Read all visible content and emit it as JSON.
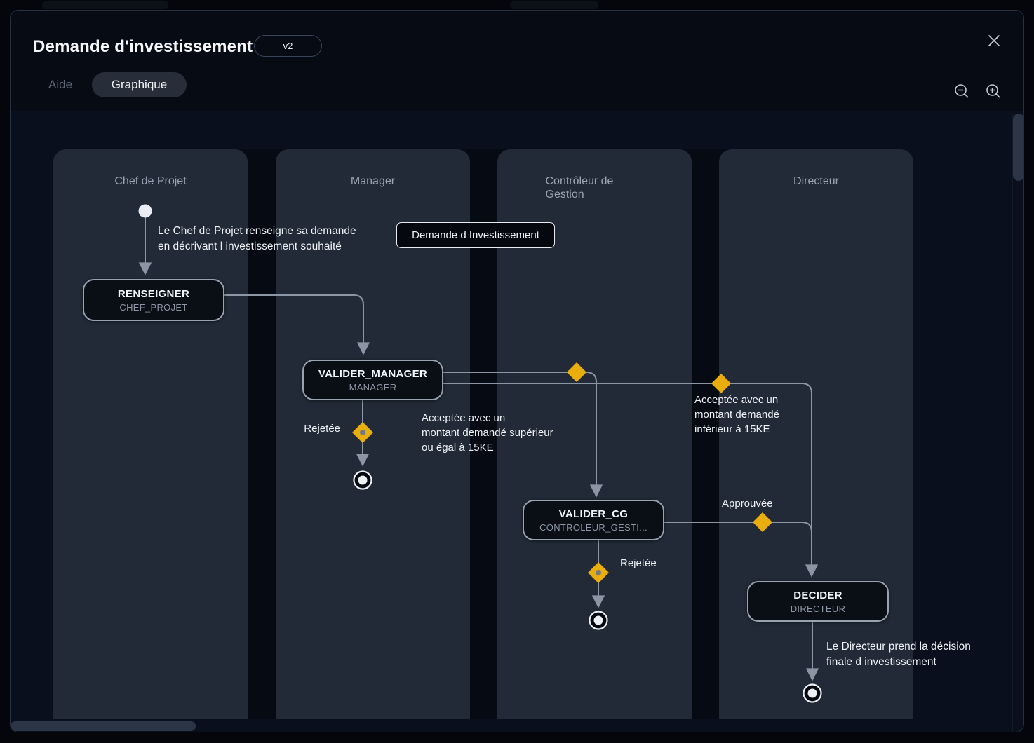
{
  "modal": {
    "title": "Demande d'investissement",
    "version": "v2",
    "tabs": [
      {
        "label": "Aide",
        "active": false
      },
      {
        "label": "Graphique",
        "active": true
      }
    ],
    "controls": {
      "zoom_out": "magnifier-minus",
      "zoom_in": "magnifier-plus",
      "close": "x"
    }
  },
  "diagram": {
    "lanes": [
      {
        "name": "Chef de Projet"
      },
      {
        "name": "Manager"
      },
      {
        "name": "Contrôleur de Gestion"
      },
      {
        "name": "Directeur"
      }
    ],
    "nodes": {
      "renseigner": {
        "title": "RENSEIGNER",
        "subtitle": "CHEF_PROJET"
      },
      "valider_manager": {
        "title": "VALIDER_MANAGER",
        "subtitle": "MANAGER"
      },
      "valider_cg": {
        "title": "VALIDER_CG",
        "subtitle": "CONTROLEUR_GESTI..."
      },
      "decider": {
        "title": "DECIDER",
        "subtitle": "DIRECTEUR"
      }
    },
    "data_object": {
      "label": "Demande d Investissement"
    },
    "annotations": {
      "start": "Le Chef de Projet renseigne sa demande\nen décrivant l investissement souhaité",
      "end": "Le Directeur prend la décision\nfinale d investissement"
    },
    "edge_labels": {
      "rejetee_manager": "Rejetée",
      "acceptee_sup": "Acceptée avec un\nmontant demandé supérieur\nou égal à 15KE",
      "acceptee_inf": "Acceptée avec un\nmontant demandé\ninférieur à 15KE",
      "approuvee": "Approuvée",
      "rejetee_cg": "Rejetée"
    },
    "colors": {
      "gateway_yellow": "#e9ad0e",
      "edge_gray": "#8b95a4",
      "lane_fill": "#212a36",
      "node_fill": "#0a0e15",
      "node_border": "#98a2b1",
      "canvas_bg": "#0a0f1d"
    }
  }
}
